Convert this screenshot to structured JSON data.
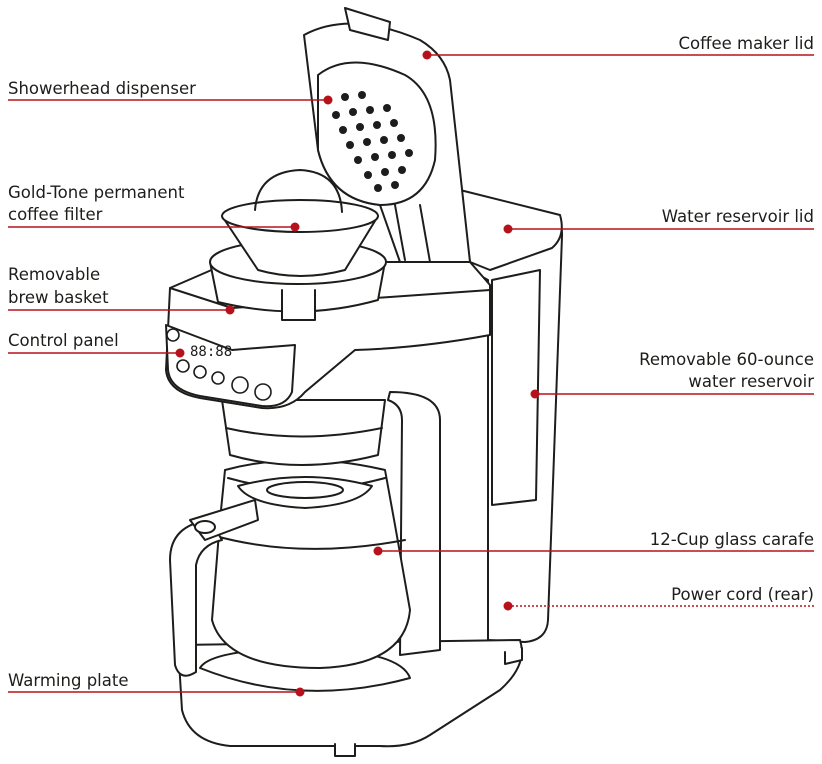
{
  "colors": {
    "callout": "#b5121b",
    "outline": "#1d1d1b",
    "fill": "#ffffff"
  },
  "callouts": {
    "lid": "Coffee maker lid",
    "showerhead": "Showerhead dispenser",
    "filter_line1": "Gold-Tone permanent",
    "filter_line2": "coffee filter",
    "reservoir_lid": "Water reservoir lid",
    "basket_line1": "Removable",
    "basket_line2": "brew basket",
    "control_panel": "Control panel",
    "reservoir_line1": "Removable 60-ounce",
    "reservoir_line2": "water reservoir",
    "carafe": "12-Cup glass carafe",
    "power_cord": "Power cord (rear)",
    "warming_plate": "Warming plate"
  },
  "display": {
    "readout": "88:88"
  },
  "icons": [
    "power-icon",
    "hour-icon",
    "brew-icon",
    "program-icon",
    "hour-button-icon",
    "minute-icon"
  ]
}
